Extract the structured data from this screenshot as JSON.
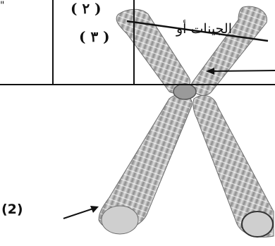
{
  "labels": {
    "top_paren": "( ٢ )",
    "mid_paren": "( ٣ )",
    "arabic_text": "الجينات أو",
    "corner_mark": "\"",
    "bottom_label": "(2)"
  },
  "colors": {
    "line": "#111111",
    "chromosome": "#b8b8b8",
    "chromosome_dark": "#7a7a7a",
    "arrow": "#111111"
  }
}
